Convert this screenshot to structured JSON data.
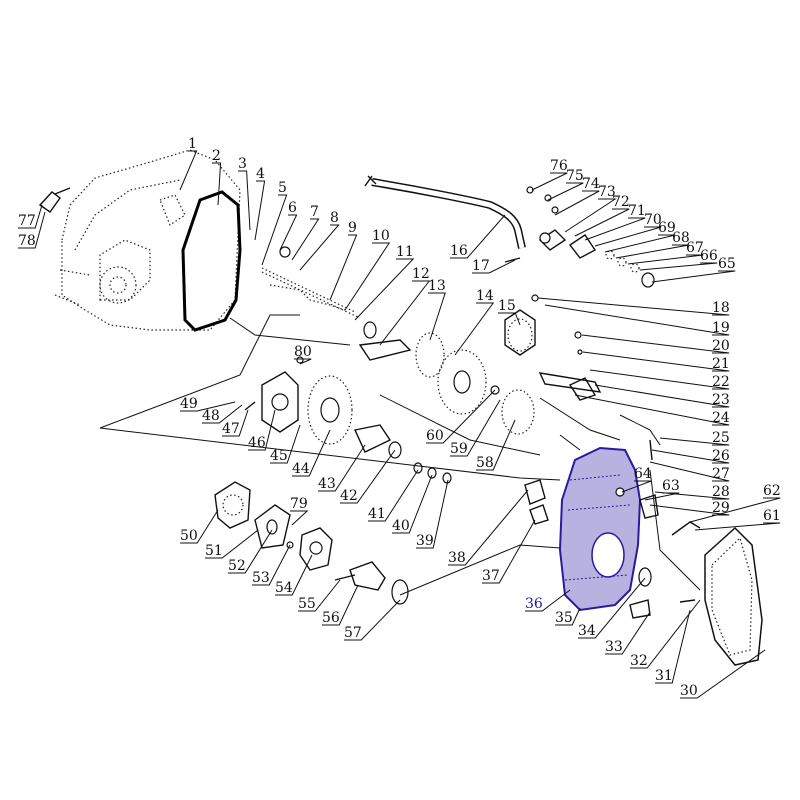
{
  "title": "",
  "highlight_color": "#2a1aa0",
  "callouts": [
    "1",
    "2",
    "3",
    "4",
    "5",
    "6",
    "7",
    "8",
    "9",
    "10",
    "11",
    "12",
    "13",
    "14",
    "15",
    "16",
    "17",
    "18",
    "19",
    "20",
    "21",
    "22",
    "23",
    "24",
    "25",
    "26",
    "27",
    "28",
    "29",
    "30",
    "31",
    "32",
    "33",
    "34",
    "35",
    "36",
    "37",
    "38",
    "39",
    "40",
    "41",
    "42",
    "43",
    "44",
    "45",
    "46",
    "47",
    "48",
    "49",
    "50",
    "51",
    "52",
    "53",
    "54",
    "55",
    "56",
    "57",
    "58",
    "59",
    "60",
    "61",
    "62",
    "63",
    "64",
    "65",
    "66",
    "67",
    "68",
    "69",
    "70",
    "71",
    "72",
    "73",
    "74",
    "75",
    "76",
    "77",
    "78",
    "79",
    "80"
  ],
  "highlighted_part": "36"
}
